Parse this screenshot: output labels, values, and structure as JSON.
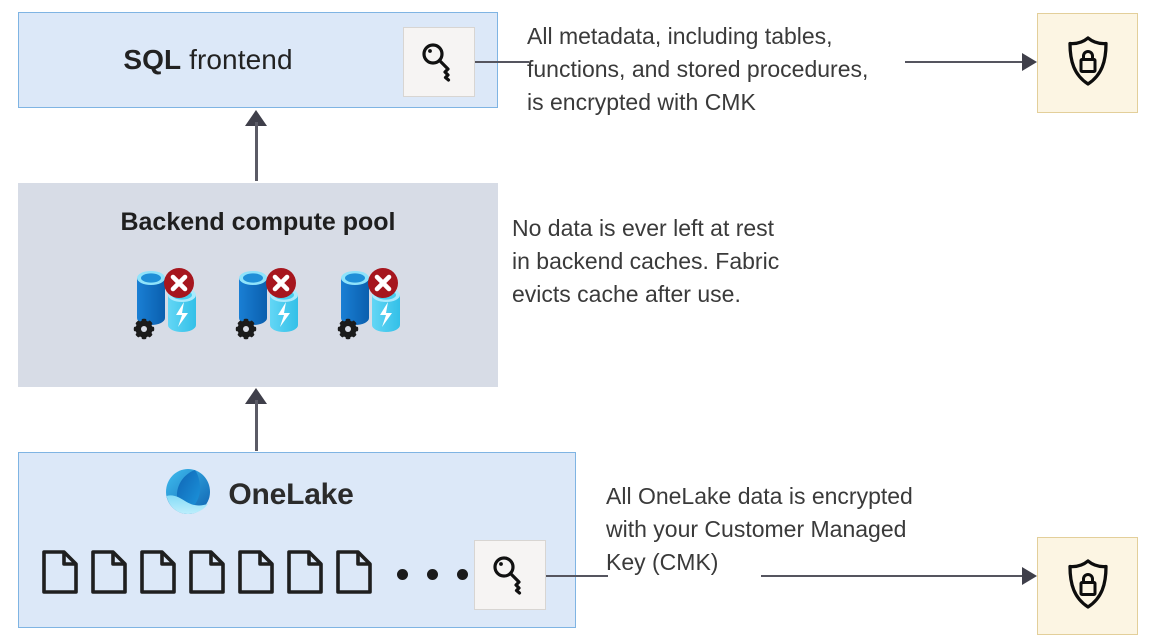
{
  "diagram": {
    "title": "Microsoft Fabric CMK encryption architecture",
    "colors": {
      "box_blue_fill": "#dce8f8",
      "box_blue_border": "#7fb4e3",
      "box_gray_fill": "#d7dce6",
      "key_box_fill": "#f6f4f3",
      "key_box_border": "#d8d5d2",
      "shield_box_fill": "#fcf5e3",
      "shield_box_border": "#e3cf9a",
      "connector": "#55555f",
      "arrow": "#3f3f4a",
      "text": "#3a3a3a"
    }
  },
  "sql_frontend": {
    "title_bold": "SQL",
    "title_rest": " frontend",
    "key_icon_name": "key-icon"
  },
  "backend_pool": {
    "title": "Backend compute pool",
    "nodes": [
      {
        "label": "compute-node-1"
      },
      {
        "label": "compute-node-2"
      },
      {
        "label": "compute-node-3"
      }
    ]
  },
  "onelake": {
    "wordmark": "OneLake",
    "logo_icon_name": "onelake-logo-icon",
    "key_icon_name": "key-icon",
    "files_before_ellipsis": 7,
    "files_after_ellipsis": 1,
    "ellipsis_dots": 3
  },
  "annotations": {
    "metadata_cmk": "All metadata, including tables,\nfunctions, and stored procedures,\nis encrypted with CMK",
    "no_data_at_rest": "No data is ever left at rest\nin backend caches. Fabric\nevicts cache after use.",
    "onelake_cmk": "All OneLake data is encrypted\nwith your Customer Managed\nKey (CMK)"
  },
  "shields": {
    "top_icon_name": "shield-lock-icon",
    "bottom_icon_name": "shield-lock-icon"
  }
}
